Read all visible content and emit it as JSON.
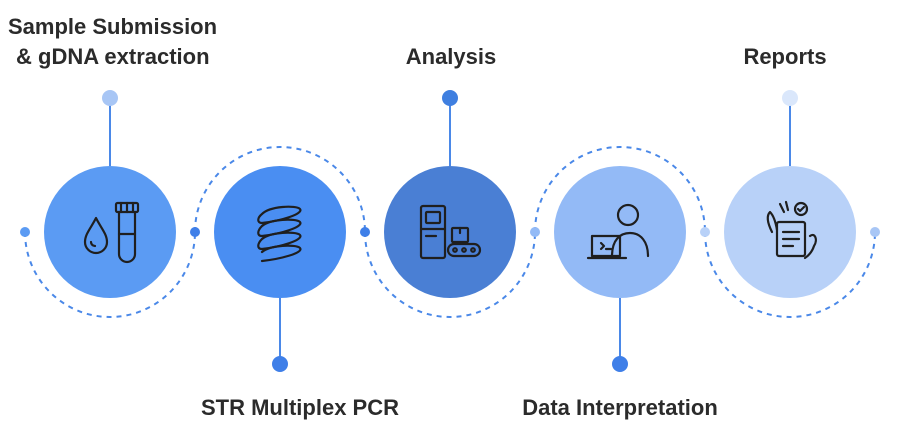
{
  "steps": [
    {
      "id": "sample",
      "label_lines": [
        "Sample Submission",
        "& gDNA extraction"
      ],
      "icon": "sample-tube-icon",
      "color": "#5b9bf3",
      "dot_color": "#a8c6f5"
    },
    {
      "id": "str",
      "label_lines": [
        "STR Multiplex PCR"
      ],
      "icon": "dna-coil-icon",
      "color": "#4a8ef2",
      "dot_color": "#3f7fe8"
    },
    {
      "id": "analysis",
      "label_lines": [
        "Analysis"
      ],
      "icon": "sequencer-icon",
      "color": "#4a7fd4",
      "dot_color": "#3f7fe0"
    },
    {
      "id": "interp",
      "label_lines": [
        "Data Interpretation"
      ],
      "icon": "analyst-laptop-icon",
      "color": "#93baf6",
      "dot_color": "#3f7fe8"
    },
    {
      "id": "reports",
      "label_lines": [
        "Reports"
      ],
      "icon": "report-clipboard-icon",
      "color": "#b8d1f8",
      "dot_color": "#dae7fb"
    }
  ],
  "colors": {
    "connector": "#3f7fe8",
    "line": "#4a88e8",
    "icon_stroke": "#1f1f1f",
    "text": "#2b2b2b"
  }
}
